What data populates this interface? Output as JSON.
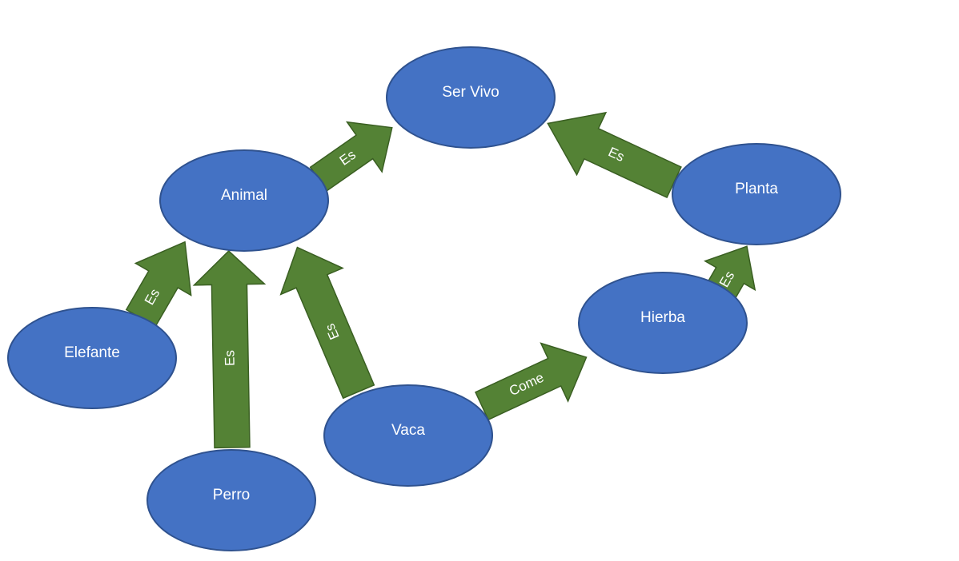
{
  "colors": {
    "node_fill": "#4472C4",
    "node_stroke": "#2F528F",
    "arrow_fill": "#548235"
  },
  "nodes": {
    "ser_vivo": "Ser Vivo",
    "animal": "Animal",
    "planta": "Planta",
    "hierba": "Hierba",
    "elefante": "Elefante",
    "perro": "Perro",
    "vaca": "Vaca"
  },
  "edges": {
    "animal_ser_vivo": "Es",
    "planta_ser_vivo": "Es",
    "elefante_animal": "Es",
    "perro_animal": "Es",
    "vaca_animal": "Es",
    "hierba_planta": "Es",
    "vaca_hierba": "Come"
  }
}
